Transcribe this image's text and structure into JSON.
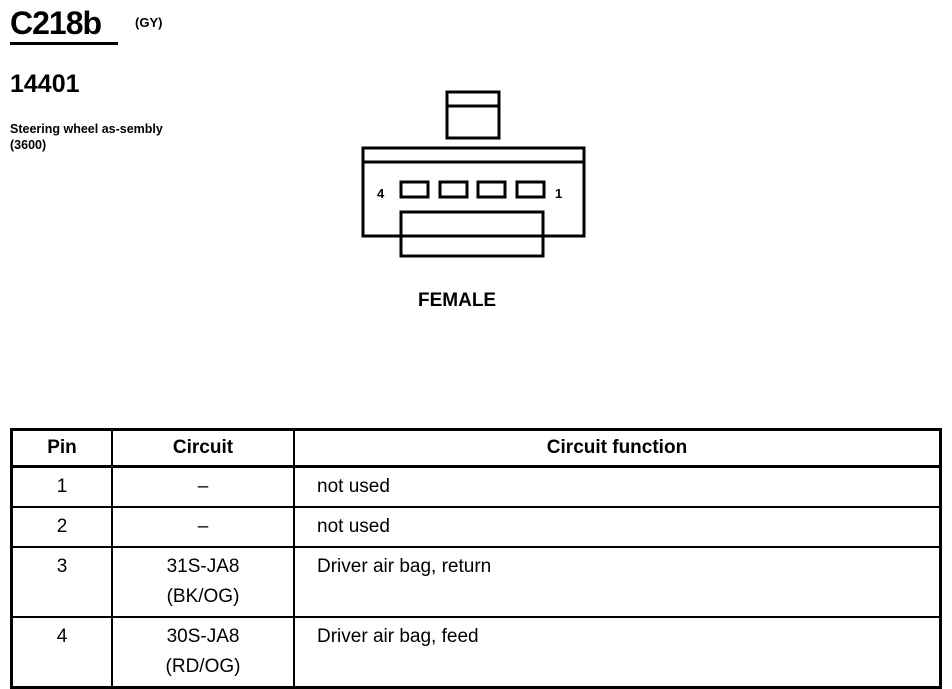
{
  "header": {
    "connector_id": "C218b",
    "connector_color": "(GY)",
    "part_number": "14401",
    "description": "Steering wheel as-sembly (3600)"
  },
  "connector": {
    "pin_left_label": "4",
    "pin_right_label": "1",
    "gender": "FEMALE"
  },
  "table": {
    "headers": {
      "pin": "Pin",
      "circuit": "Circuit",
      "function": "Circuit function"
    },
    "rows": [
      {
        "pin": "1",
        "circuit": "–",
        "circuit_color": "",
        "function": "not used"
      },
      {
        "pin": "2",
        "circuit": "–",
        "circuit_color": "",
        "function": "not used"
      },
      {
        "pin": "3",
        "circuit": "31S-JA8",
        "circuit_color": "(BK/OG)",
        "function": "Driver air bag, return"
      },
      {
        "pin": "4",
        "circuit": "30S-JA8",
        "circuit_color": "(RD/OG)",
        "function": "Driver air bag, feed"
      }
    ]
  }
}
